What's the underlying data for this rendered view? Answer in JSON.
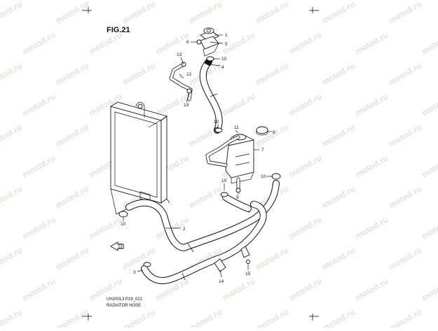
{
  "figure": {
    "title": "FIG.21",
    "code": "UH200L3 P19_021",
    "caption": "RADIATOR HOSE"
  },
  "watermark": {
    "text": "motod.ru"
  },
  "callouts": [
    "1",
    "2",
    "3",
    "4",
    "5",
    "6",
    "7",
    "8",
    "9",
    "10",
    "11",
    "12",
    "13",
    "14",
    "15"
  ],
  "colors": {
    "line": "#111111",
    "watermark": "#d9c3c3",
    "background": "#ffffff"
  }
}
